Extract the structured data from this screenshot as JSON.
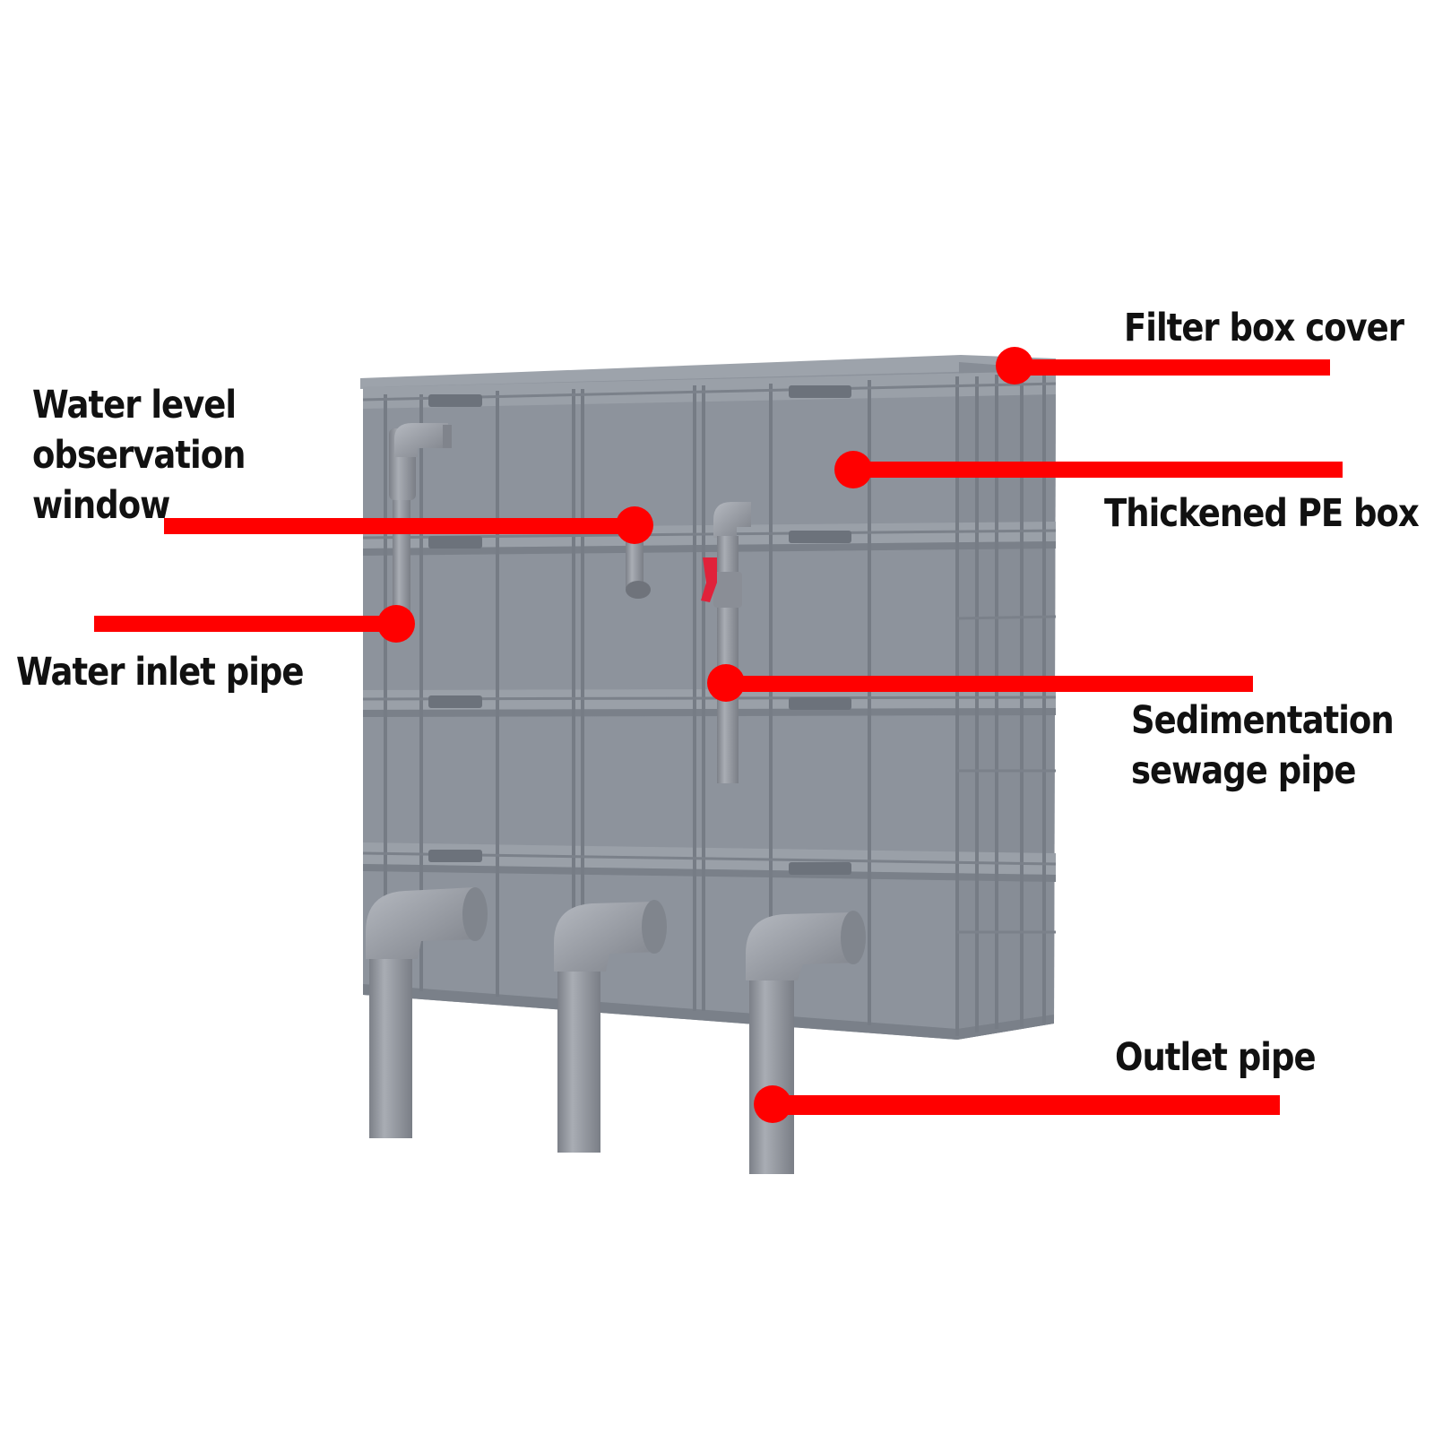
{
  "colors": {
    "callout": "#ff0000",
    "box_body": "#8d939c",
    "box_dark": "#6e747d",
    "box_light": "#a3a9b1",
    "pipe": "#9599a1",
    "valve": "#e0223a",
    "label_text": "#111111"
  },
  "labels": {
    "filter_box_cover": "Filter box cover",
    "thickened_pe_box": "Thickened PE box",
    "water_level_line1": "Water level",
    "water_level_line2": "observation",
    "water_level_line3": "window",
    "water_inlet_pipe": "Water inlet pipe",
    "sedimentation_line1": "Sedimentation",
    "sedimentation_line2": "sewage pipe",
    "outlet_pipe": "Outlet pipe"
  }
}
